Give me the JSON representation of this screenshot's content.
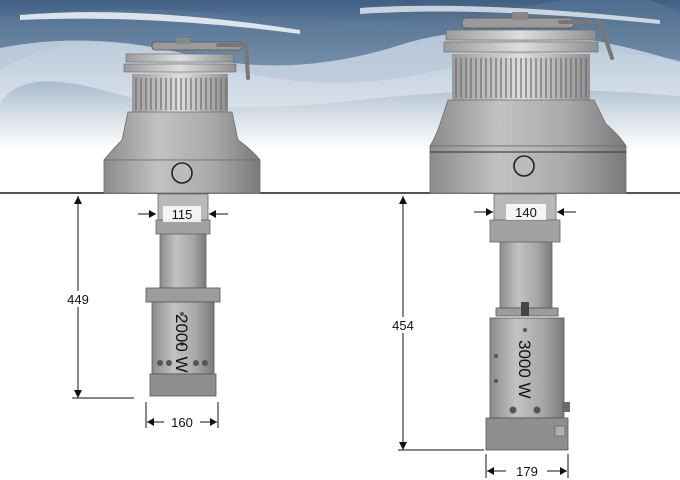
{
  "winches": [
    {
      "motor_power": "2000 W",
      "shaft_width": "115",
      "motor_width": "160",
      "depth": "449"
    },
    {
      "motor_power": "3000 W",
      "shaft_width": "140",
      "motor_width": "179",
      "depth": "454"
    }
  ],
  "colors": {
    "body": "#a7a7a7",
    "body_light": "#c4c4c4",
    "body_dark": "#7d7d7d",
    "line": "#1a1a1a",
    "sea": "#6d8aa8",
    "sky": "#e9eef2"
  }
}
